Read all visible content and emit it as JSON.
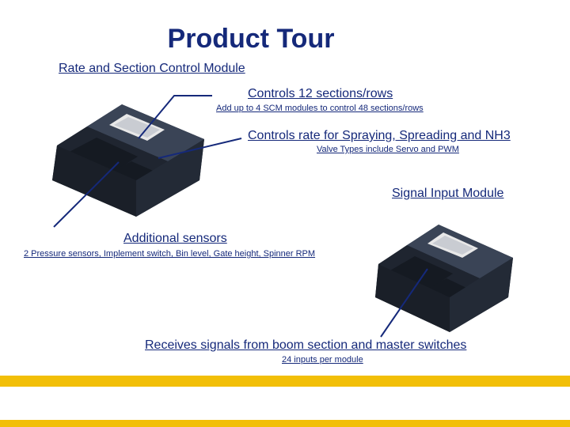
{
  "title": "Product Tour",
  "labels": {
    "scm_heading": "Rate and Section Control Module",
    "controls_sections": "Controls 12 sections/rows",
    "add_scm": "Add up to 4 SCM modules to control 48 sections/rows",
    "controls_rate": "Controls rate for Spraying, Spreading and NH3",
    "valve_types": "Valve Types include Servo and PWM",
    "signal_input": "Signal Input Module",
    "additional_sensors": "Additional sensors",
    "sensors_list": "2 Pressure sensors, Implement switch, Bin level, Gate height, Spinner RPM",
    "receives_signals": "Receives signals from boom section and master switches",
    "inputs_count": "24 inputs per module"
  },
  "colors": {
    "text": "#15297a",
    "accent_bar": "#f2bf08",
    "module_body": "#2a3240"
  }
}
